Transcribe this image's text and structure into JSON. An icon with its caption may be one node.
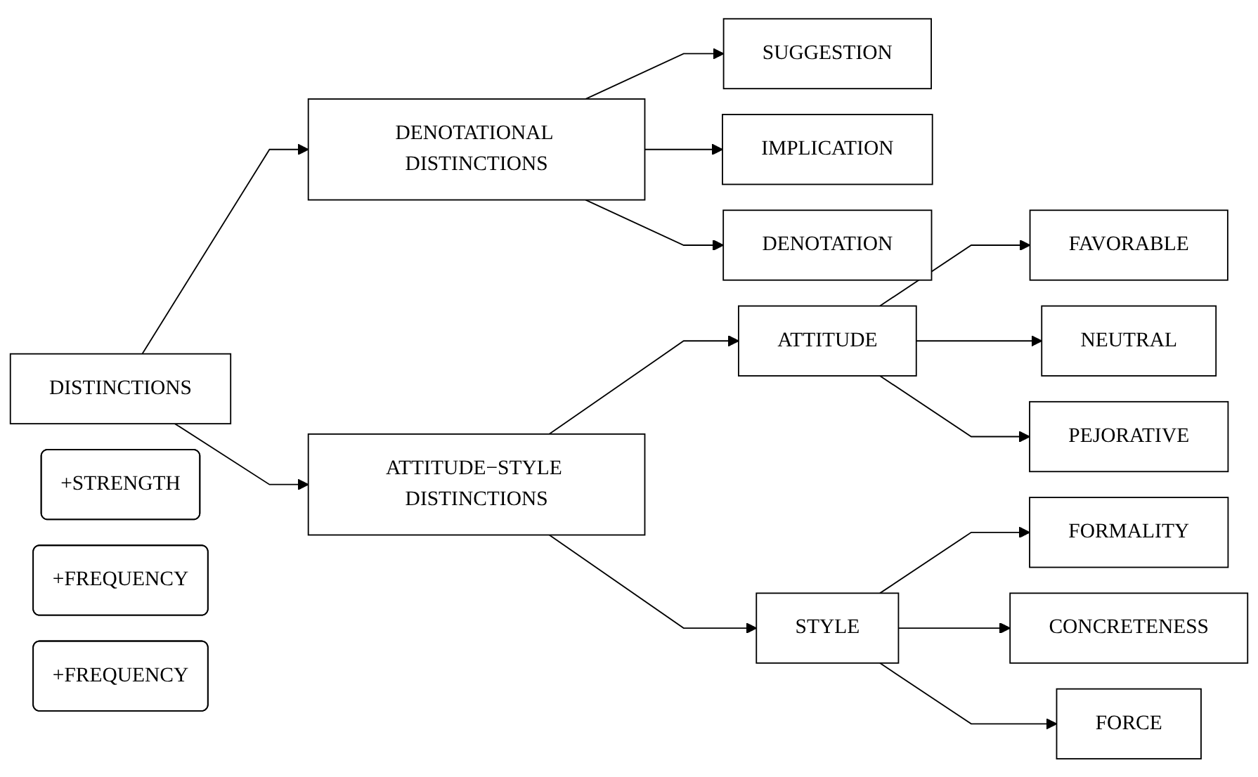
{
  "diagram": {
    "nodes": [
      {
        "text": [
          "DISTINCTIONS"
        ]
      },
      {
        "text": [
          "+STRENGTH"
        ]
      },
      {
        "text": [
          "DENOTATIONAL DISTINCTIONS"
        ]
      },
      {
        "text": [
          "+FREQUENCY"
        ]
      },
      {
        "text": [
          "SUGGESTION"
        ]
      },
      {
        "text": [
          "IMPLICATION"
        ]
      },
      {
        "text": [
          "DENOTATION"
        ]
      },
      {
        "text": [
          "ATTITUDE−STYLE DISTINCTIONS"
        ]
      },
      {
        "text": [
          "ATTITUDE"
        ]
      },
      {
        "text": [
          "+FREQUENCY"
        ]
      },
      {
        "text": [
          "FAVORABLE"
        ]
      },
      {
        "text": [
          "NEUTRAL"
        ]
      },
      {
        "text": [
          "PEJORATIVE"
        ]
      },
      {
        "text": [
          "STYLE"
        ]
      },
      {
        "text": [
          "FORMALITY"
        ]
      },
      {
        "text": [
          "CONCRETENESS"
        ]
      },
      {
        "text": [
          "FORCE"
        ]
      }
    ],
    "edges": [
      {
        "from": 0,
        "to": 2,
        "arrow": "to"
      },
      {
        "from": 0,
        "to": 7,
        "arrow": "to"
      },
      {
        "from": 2,
        "to": 4,
        "arrow": "to"
      },
      {
        "from": 2,
        "to": 5,
        "arrow": "to"
      },
      {
        "from": 2,
        "to": 6,
        "arrow": "to"
      },
      {
        "from": 7,
        "to": 8,
        "arrow": "to"
      },
      {
        "from": 7,
        "to": 13,
        "arrow": "to"
      },
      {
        "from": 8,
        "to": 10,
        "arrow": "to"
      },
      {
        "from": 8,
        "to": 11,
        "arrow": "to"
      },
      {
        "from": 8,
        "to": 12,
        "arrow": "to"
      },
      {
        "from": 13,
        "to": 14,
        "arrow": "to"
      },
      {
        "from": 13,
        "to": 15,
        "arrow": "to"
      },
      {
        "from": 13,
        "to": 16,
        "arrow": "to"
      }
    ]
  }
}
